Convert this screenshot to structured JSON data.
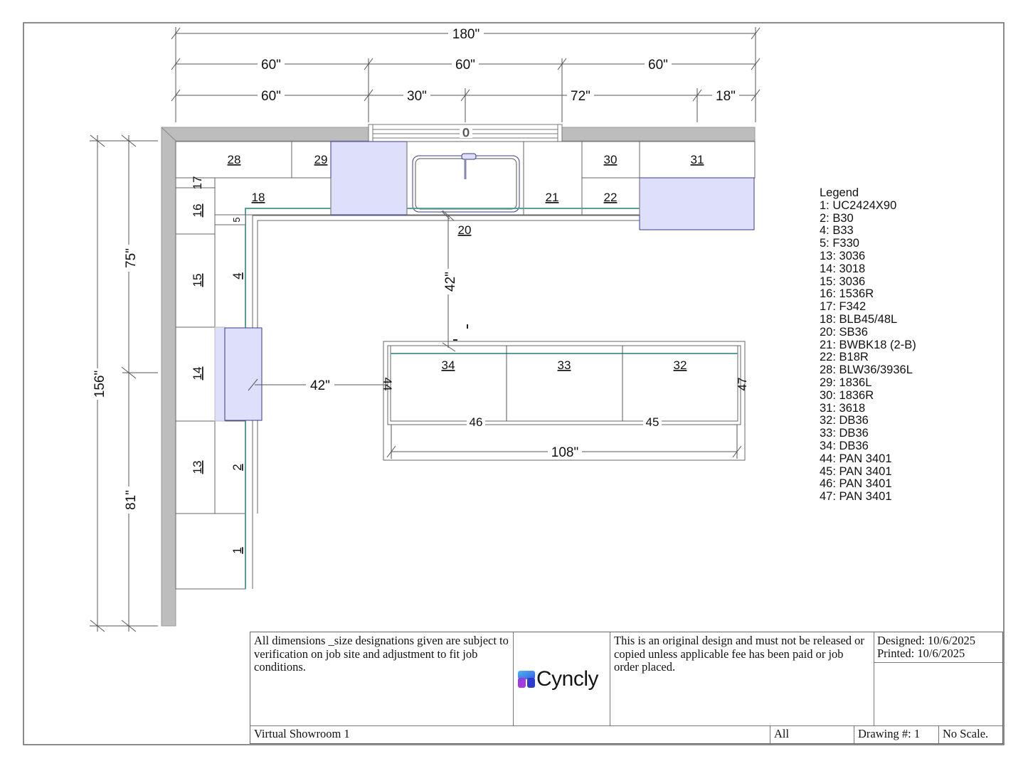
{
  "drawing": {
    "type": "kitchen floor plan",
    "top_dimensions": {
      "overall": "180\"",
      "row2": [
        "60\"",
        "60\"",
        "60\""
      ],
      "row3": [
        "60\"",
        "30\"",
        "72\"",
        "18\""
      ]
    },
    "left_dimensions": {
      "overall": "156\"",
      "upper": "75\"",
      "lower": "81\""
    },
    "window_label": "0",
    "clearances": {
      "sink_to_island": "42\"",
      "wall_to_island": "42\"",
      "island_length": "108\""
    },
    "cabinet_labels": {
      "c1": "1",
      "c2": "2",
      "c4": "4",
      "c5": "5",
      "c13": "13",
      "c14": "14",
      "c15": "15",
      "c16": "16",
      "c17": "17",
      "c18": "18",
      "c20": "20",
      "c21": "21",
      "c22": "22",
      "c28": "28",
      "c29": "29",
      "c30": "30",
      "c31": "31",
      "c32": "32",
      "c33": "33",
      "c34": "34",
      "c44": "44",
      "c45": "45",
      "c46": "46",
      "c47": "47"
    },
    "colors": {
      "wall": "#bdbdbd",
      "appliance_fill": "#dedffa",
      "appliance_stroke": "#3a3a8a",
      "countertop_edge": "#5a9e9a",
      "line": "#555555"
    }
  },
  "legend": {
    "title": "Legend",
    "items": [
      "1: UC2424X90",
      "2: B30",
      "4: B33",
      "5: F330",
      "13: 3036",
      "14: 3018",
      "15: 3036",
      "16: 1536R",
      "17: F342",
      "18: BLB45/48L",
      "20: SB36",
      "21: BWBK18 (2-B)",
      "22: B18R",
      "28: BLW36/3936L",
      "29: 1836L",
      "30: 1836R",
      "31: 3618",
      "32: DB36",
      "33: DB36",
      "34: DB36",
      "44: PAN 3401",
      "45: PAN 3401",
      "46: PAN 3401",
      "47: PAN 3401"
    ]
  },
  "title_block": {
    "disclaimer": "All dimensions _size designations given are subject to verification on job site and adjustment to fit job conditions.",
    "logo_text": "Cyncly",
    "copyright": "This is an original design and must not be released or copied unless applicable fee has been paid or job order placed.",
    "designed": "Designed: 10/6/2025",
    "printed": "Printed: 10/6/2025",
    "project": "Virtual Showroom 1",
    "view": "All",
    "drawing_number": "Drawing #: 1",
    "scale": "No Scale."
  }
}
